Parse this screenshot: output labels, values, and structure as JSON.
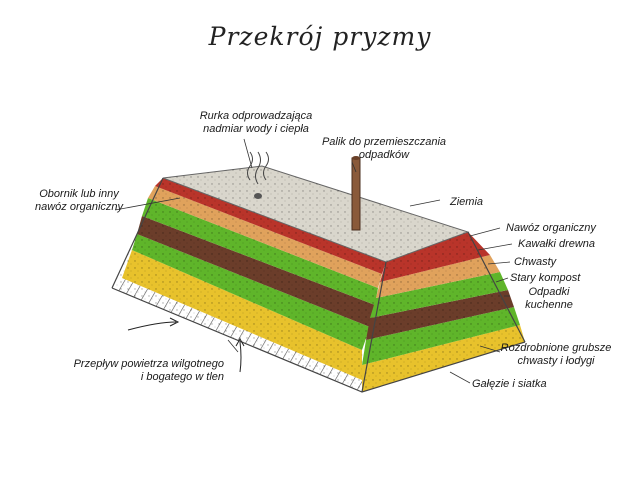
{
  "title": "Przekrój pryzmy",
  "labels": {
    "rurka_1": "Rurka odprowadzająca",
    "rurka_2": "nadmiar wody i ciepła",
    "palik_1": "Palik do przemieszczania",
    "palik_2": "odpadków",
    "obornik_1": "Obornik lub inny",
    "obornik_2": "nawóz organiczny",
    "ziemia": "Ziemia",
    "nawoz": "Nawóz organiczny",
    "kawalki": "Kawałki drewna",
    "chwasty": "Chwasty",
    "stary": "Stary kompost",
    "odpadki_1": "Odpadki",
    "odpadki_2": "kuchenne",
    "rozdrob_1": "Rozdrobnione grubsze",
    "rozdrob_2": "chwasty i łodygi",
    "galezie": "Gałęzie i siatka",
    "przeplyw_1": "Przepływ powietrza wilgotnego",
    "przeplyw_2": "i bogatego w tlen"
  },
  "colors": {
    "soil": "#d9d6cc",
    "red": "#b9342a",
    "wood": "#e0a25c",
    "green": "#5fb52a",
    "brown": "#6b3d2a",
    "yellow": "#e8c22c",
    "pipe": "#8a5a3a"
  }
}
